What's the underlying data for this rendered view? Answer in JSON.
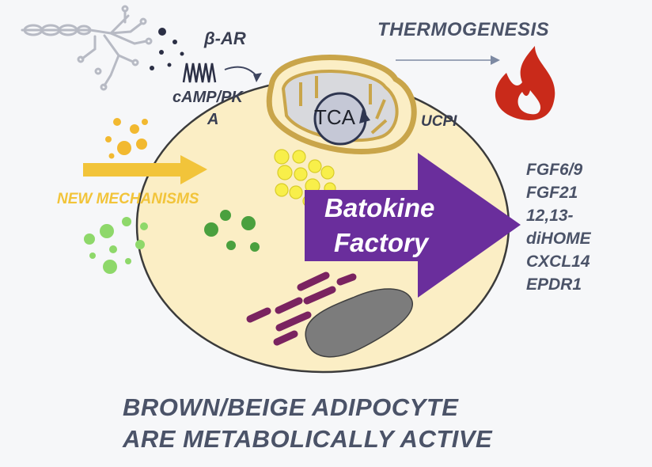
{
  "labels": {
    "receptor": "β-AR",
    "camp_line1": "cAMP/PK",
    "camp_line2": "A",
    "thermogenesis": "THERMOGENESIS",
    "tca": "TCA",
    "ucp": "UCPI",
    "new_mechanisms": "NEW MECHANISMS",
    "factory_line1": "Batokine",
    "factory_line2": "Factory"
  },
  "batokines": [
    "FGF6/9",
    "FGF21",
    "12,13-",
    "diHOME",
    "CXCL14",
    "EPDR1"
  ],
  "caption": {
    "line1": "BROWN/BEIGE  ADIPOCYTE",
    "line2": "ARE METABOLICALLY ACTIVE"
  },
  "colors": {
    "cell_fill": "#fbeec5",
    "mitochondria": "#c9a54a",
    "factory_arrow": "#6a2e9c",
    "new_mechanisms": "#f2c43a",
    "flame": "#c92a1a",
    "lipid_droplets": "#f8ef4a",
    "er": "#7a2360",
    "nucleus": "#7c7c7c",
    "text": "#4b5368"
  }
}
